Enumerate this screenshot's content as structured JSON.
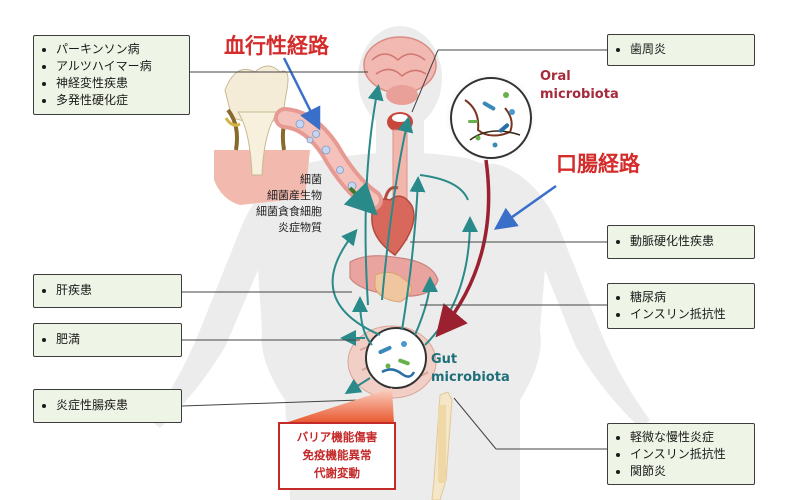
{
  "titles": {
    "blood": "血行性経路",
    "oral_gut": "口腸経路",
    "oral_micro_1": "Oral",
    "oral_micro_2": "microbiota",
    "gut_micro_1": "Gut",
    "gut_micro_2": "microbiota"
  },
  "bacteria_items": [
    "細菌",
    "細菌産生物",
    "細菌貪食細胞",
    "炎症物質"
  ],
  "left_boxes": {
    "neuro": [
      "パーキンソン病",
      "アルツハイマー病",
      "神経変性疾患",
      "多発性硬化症"
    ],
    "liver": [
      "肝疾患"
    ],
    "obesity": [
      "肥満"
    ],
    "ibd": [
      "炎症性腸疾患"
    ]
  },
  "right_boxes": {
    "perio": [
      "歯周炎"
    ],
    "athero": [
      "動脈硬化性疾患"
    ],
    "diabetes": [
      "糖尿病",
      "インスリン抵抗性"
    ],
    "inflam": [
      "軽微な慢性炎症",
      "インスリン抵抗性",
      "関節炎"
    ]
  },
  "mechanisms": [
    "バリア機能傷害",
    "免疫機能異常",
    "代謝変動"
  ],
  "colors": {
    "box_fill": "#eef5e6",
    "red_title": "#d42b2b",
    "oral_label": "#a52a3a",
    "gut_label": "#1f6f7a",
    "teal_arrow": "#2a8a8a",
    "blue_arrow": "#3a6fc9",
    "dark_red_arrow": "#9b2030",
    "mech_border": "#c42a2a"
  }
}
